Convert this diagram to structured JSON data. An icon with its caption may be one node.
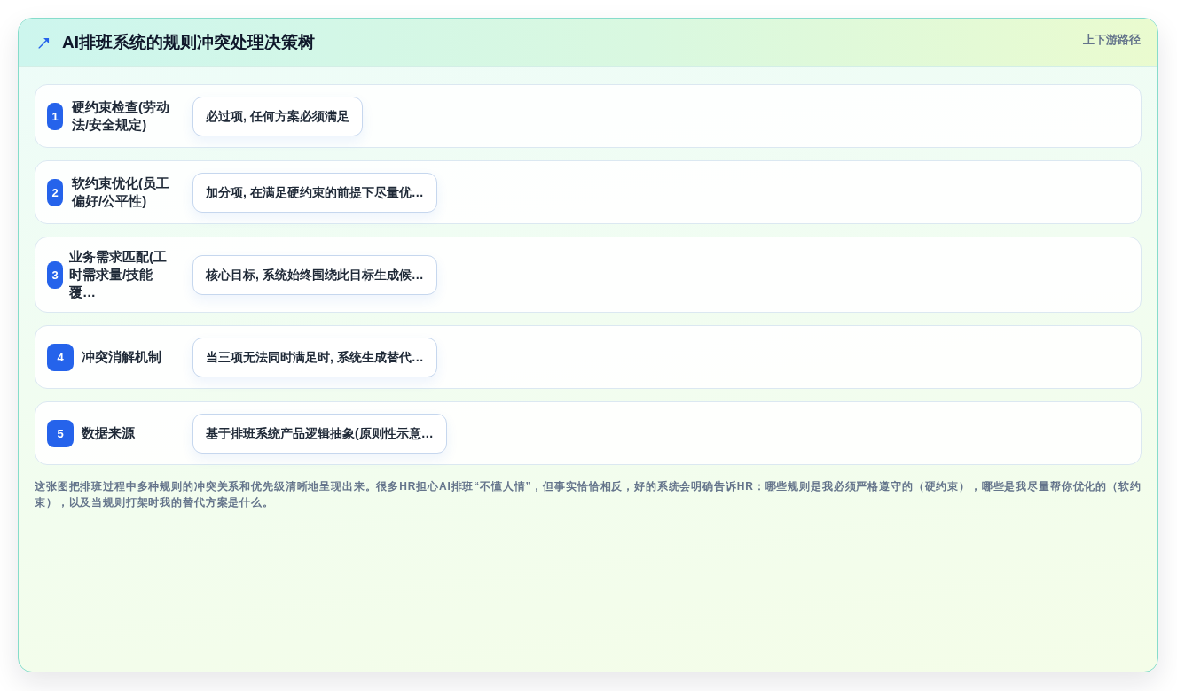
{
  "diagram": {
    "title": "AI排班系统的规则冲突处理决策树",
    "nodes": [
      {
        "text": [
          "硬约束检查(劳动法/安全规定)"
        ]
      },
      {
        "text": [
          "1"
        ],
        "in": 0
      },
      {
        "text": [
          "必过项, 任何方案必须满足"
        ],
        "in": 0
      },
      {
        "text": [
          "软约束优化(员工偏好/公平性)"
        ]
      },
      {
        "text": [
          "2"
        ],
        "in": 3
      },
      {
        "text": [
          "加分项, 在满足硬约束的前提下尽量优…"
        ],
        "in": 3
      },
      {
        "text": [
          "业务需求匹配(工时需求量/技能覆…"
        ]
      },
      {
        "text": [
          "3"
        ],
        "in": 6
      },
      {
        "text": [
          "核心目标, 系统始终围绕此目标生成候…"
        ],
        "in": 6
      },
      {
        "text": [
          "冲突消解机制"
        ]
      },
      {
        "text": [
          "4"
        ],
        "in": 9
      },
      {
        "text": [
          "当三项无法同时满足时, 系统生成替代…"
        ],
        "in": 9
      },
      {
        "text": [
          "数据来源"
        ]
      },
      {
        "text": [
          "5"
        ],
        "in": 12
      },
      {
        "text": [
          "基于排班系统产品逻辑抽象(原则性示意…"
        ],
        "in": 12
      }
    ],
    "labels": [
      "上下游路径"
    ],
    "caption": "这张图把排班过程中多种规则的冲突关系和优先级清晰地呈现出来。很多HR担心AI排班“不懂人情”，但事实恰恰相反，好的系统会明确告诉HR：哪些规则是我必须严格遵守的（硬约束），哪些是我尽量帮你优化的（软约束），以及当规则打架时我的替代方案是什么。"
  }
}
